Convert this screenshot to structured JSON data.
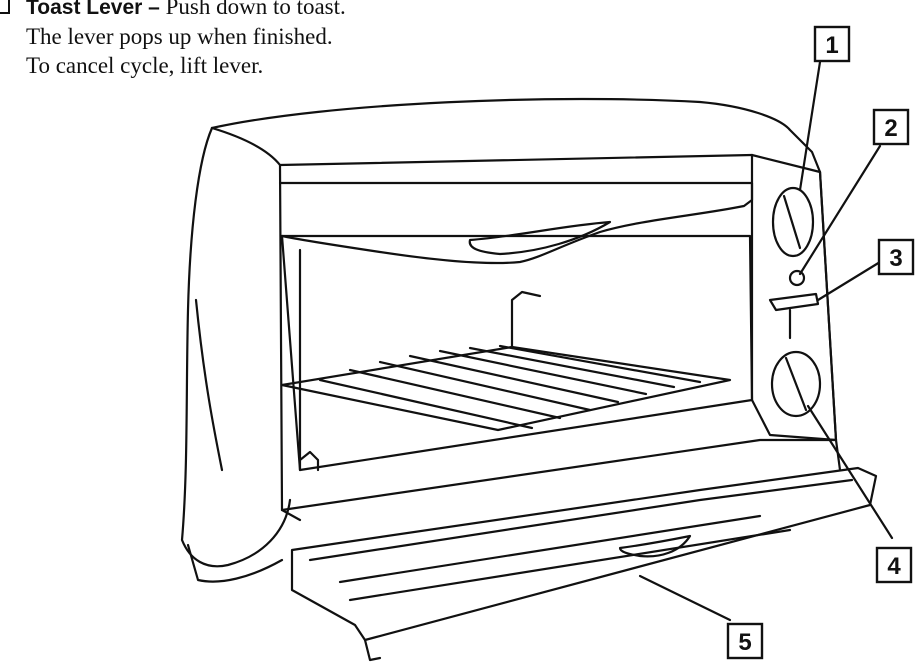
{
  "instruction": {
    "term": "Toast Lever –",
    "text_1": "Push down to toast.",
    "text_2": "The lever pops up when finished.",
    "text_3": "To cancel cycle, lift lever."
  },
  "callouts": [
    {
      "number": "1"
    },
    {
      "number": "2"
    },
    {
      "number": "3"
    },
    {
      "number": "4"
    },
    {
      "number": "5"
    }
  ]
}
